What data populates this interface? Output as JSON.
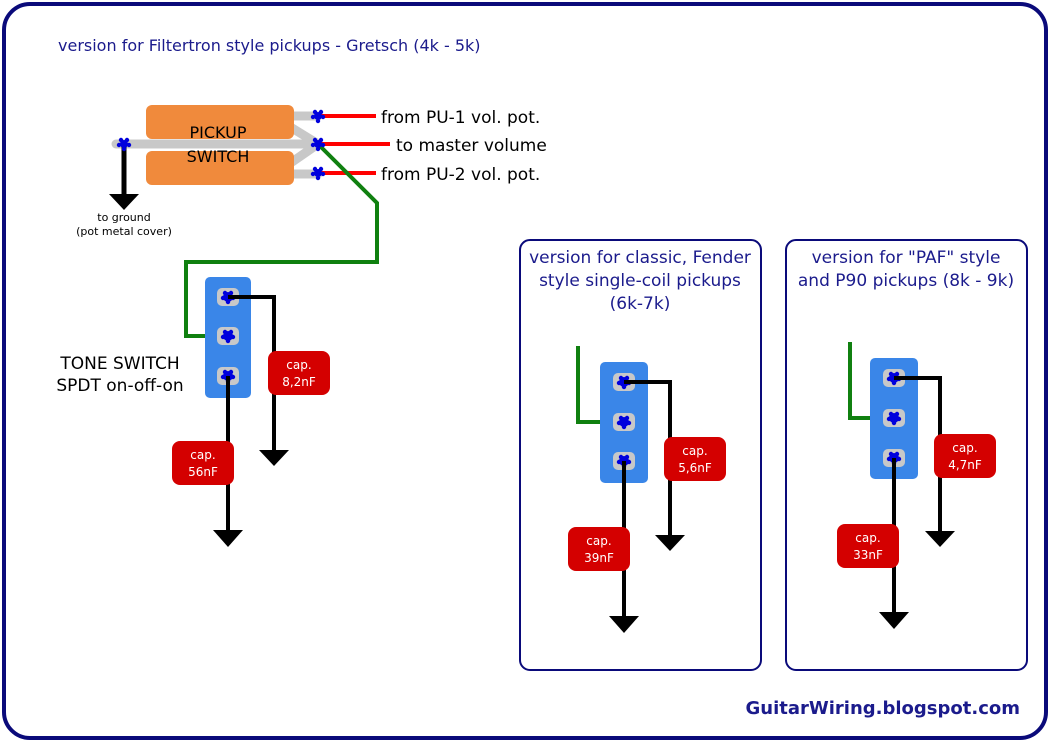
{
  "title": "version for Filtertron style pickups - Gretsch (4k - 5k)",
  "pickup_switch": {
    "label_line1": "PICKUP",
    "label_line2": "SWITCH",
    "ground_line1": "to ground",
    "ground_line2": "(pot metal cover)"
  },
  "connections": {
    "pu1": "from PU-1 vol. pot.",
    "master": "to master volume",
    "pu2": "from PU-2 vol. pot."
  },
  "tone_switch": {
    "line1": "TONE SWITCH",
    "line2": "SPDT on-off-on"
  },
  "main_caps": {
    "cap_word": "cap.",
    "upper": "8,2nF",
    "lower": "56nF"
  },
  "fender_box": {
    "line1": "version for classic, Fender",
    "line2": "style single-coil  pickups",
    "line3": "(6k-7k)",
    "cap_upper": "5,6nF",
    "cap_lower": "39nF"
  },
  "paf_box": {
    "line1": "version for \"PAF\" style",
    "line2": "and P90 pickups (8k - 9k)",
    "cap_upper": "4,7nF",
    "cap_lower": "33nF"
  },
  "signature": "GuitarWiring.blogspot.com",
  "colors": {
    "border": "#0a0a7a",
    "title_text": "#1b1b8c",
    "switch_body": "#f08a3c",
    "tone_switch_body": "#3a86e8",
    "capacitor": "#d40000",
    "wire_red": "#ff0000",
    "wire_green": "#108010",
    "wire_black": "#000000",
    "wire_grey": "#c8c8c8",
    "terminal_dot": "#0000dd"
  }
}
